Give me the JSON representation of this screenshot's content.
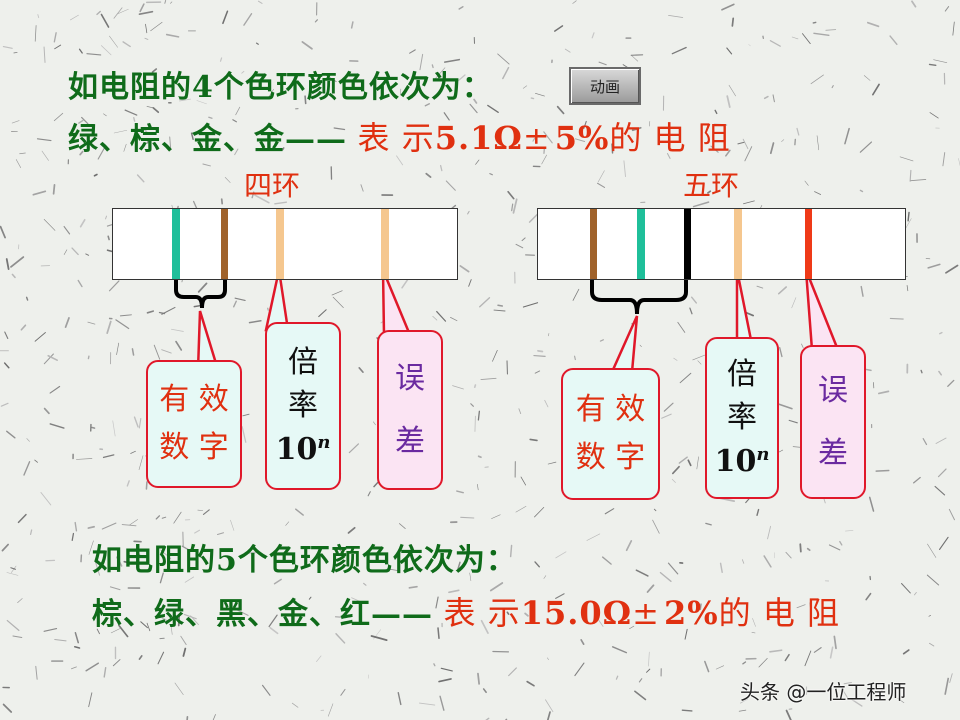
{
  "line1": {
    "prefix": "如电阻的",
    "num": "4",
    "suffix": "个色环颜色依次为："
  },
  "animation_button": "动画",
  "line2": {
    "colors": "绿、棕、金、金——",
    "desc_pre": "表 示",
    "value": "5.1Ω",
    "pm": "±",
    "tol": "5%",
    "desc_post": "的 电 阻"
  },
  "four_ring": {
    "label": "四环",
    "bands": [
      "#1fbf9a",
      "#a0622a",
      "#f5c78f",
      "#f5c78f"
    ],
    "callouts": {
      "digits": [
        "有 效",
        "数 字"
      ],
      "multiplier": [
        "倍",
        "率"
      ],
      "multiplier_base": "10",
      "multiplier_exp": "n",
      "tolerance": [
        "误",
        "差"
      ]
    }
  },
  "five_ring": {
    "label": "五环",
    "bands": [
      "#a0622a",
      "#1fbf9a",
      "#000000",
      "#f5c78f",
      "#ef3a18"
    ],
    "callouts": {
      "digits": [
        "有 效",
        "数 字"
      ],
      "multiplier": [
        "倍",
        "率"
      ],
      "multiplier_base": "10",
      "multiplier_exp": "n",
      "tolerance": [
        "误",
        "差"
      ]
    }
  },
  "line3": {
    "prefix": "如电阻的",
    "num": "5",
    "suffix": "个色环颜色依次为："
  },
  "line4": {
    "colors": "棕、绿、黑、金、红——",
    "desc_pre": "表 示",
    "value": "15.0Ω",
    "pm": "±",
    "tol": "2%",
    "desc_post": "的 电 阻"
  },
  "watermark": "头条 @一位工程师",
  "colors": {
    "heading_green": "#0f6b1a",
    "accent_red": "#e03010",
    "callout_border": "#e0182a",
    "teal_fill": "#e6f9f6",
    "pink_fill": "#fbe4f3"
  }
}
